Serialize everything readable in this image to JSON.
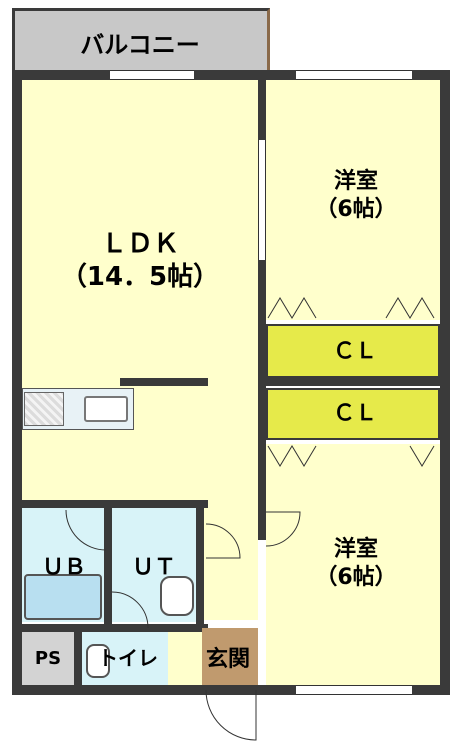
{
  "colors": {
    "room_floor": "#ffffcc",
    "closet": "#e6ea4a",
    "balcony": "#c8c8c8",
    "water": "#d8f3f8",
    "entrance": "#c09a6e",
    "ps": "#d3d3d3",
    "wall": "#3a3a3a"
  },
  "rooms": {
    "balcony": "バルコニー",
    "ldk_name": "ＬＤＫ",
    "ldk_size": "（14．5帖）",
    "western1_name": "洋室",
    "western1_size": "（6帖）",
    "closet1": "ＣＬ",
    "closet2": "ＣＬ",
    "western2_name": "洋室",
    "western2_size": "（6帖）",
    "bath": "ＵＢ",
    "utility": "ＵＴ",
    "ps": "PS",
    "toilet": "トイレ",
    "entrance": "玄関"
  }
}
